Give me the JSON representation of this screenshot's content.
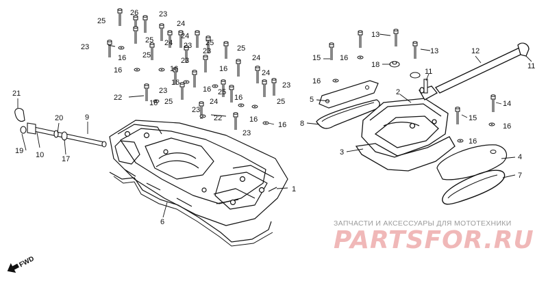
{
  "watermark": {
    "subtitle": "ЗАПЧАСТИ И АКСЕССУАРЫ ДЛЯ МОТОТЕХНИКИ",
    "brand": "PARTSFOR.RU"
  },
  "direction_label": "FWD",
  "callouts": {
    "c1": "1",
    "c2": "2",
    "c3": "3",
    "c4": "4",
    "c5": "5",
    "c6": "6",
    "c7": "7",
    "c8": "8",
    "c9": "9",
    "c10": "10",
    "c11a": "11",
    "c11b": "11",
    "c12": "12",
    "c13a": "13",
    "c13b": "13",
    "c14": "14",
    "c15a": "15",
    "c15b": "15",
    "c16a": "16",
    "c16b": "16",
    "c16c": "16",
    "c16d": "16",
    "c16e": "16",
    "c16f": "16",
    "c16g": "16",
    "c16h": "16",
    "c16i": "16",
    "c16j": "16",
    "c16k": "16",
    "c16l": "16",
    "c16m": "16",
    "c16n": "16",
    "c17": "17",
    "c18": "18",
    "c19": "19",
    "c20": "20",
    "c21": "21",
    "c22a": "22",
    "c22b": "22",
    "c23a": "23",
    "c23b": "23",
    "c23c": "23",
    "c23d": "23",
    "c23e": "23",
    "c23f": "23",
    "c23g": "23",
    "c23h": "23",
    "c23i": "23",
    "c24a": "24",
    "c24b": "24",
    "c24c": "24",
    "c24d": "24",
    "c24e": "24",
    "c24f": "24",
    "c25a": "25",
    "c25b": "25",
    "c25c": "25",
    "c25d": "25",
    "c25e": "25",
    "c25f": "25",
    "c25g": "25",
    "c25h": "25",
    "c26": "26"
  }
}
